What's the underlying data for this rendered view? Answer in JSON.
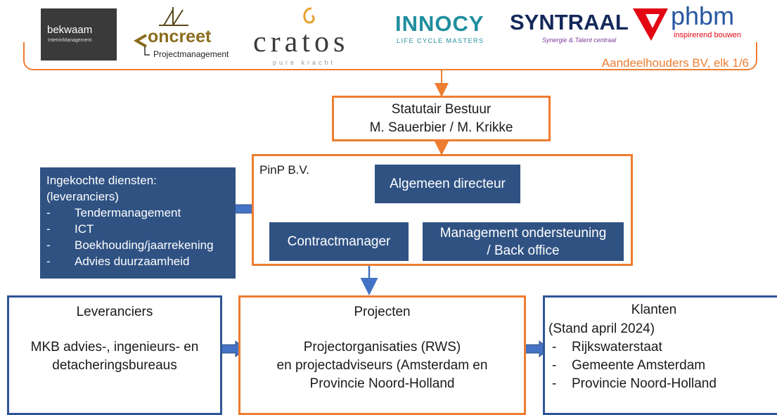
{
  "logos": {
    "bekwaam": {
      "name": "bekwaam",
      "sub": "InterimManagement"
    },
    "concreet": {
      "name": "oncreet",
      "sub": "Projectmanagement"
    },
    "cratos": {
      "name": "cratos",
      "sub": "pure kracht"
    },
    "innocy": {
      "name": "INNOCY",
      "sub": "LIFE CYCLE MASTERS"
    },
    "syntraal": {
      "name": "SYNTRAAL",
      "sub": "Synergie & Talent centraal"
    },
    "phbm": {
      "name": "phbm",
      "sub": "inspirerend bouwen"
    }
  },
  "shareholders_label": "Aandeelhouders BV, elk 1/6",
  "board": {
    "line1": "Statutair Bestuur",
    "line2": "M. Sauerbier / M. Krikke"
  },
  "pinp": {
    "label": "PinP B.V.",
    "director": "Algemeen directeur",
    "contract": "Contractmanager",
    "mgmt_line1": "Management ondersteuning",
    "mgmt_line2": "/ Back office"
  },
  "services": {
    "title1": "Ingekochte diensten:",
    "title2": "(leveranciers)",
    "items": [
      "Tendermanagement",
      "ICT",
      "Boekhouding/jaarrekening",
      "Advies duurzaamheid"
    ]
  },
  "suppliers": {
    "title": "Leveranciers",
    "line1": "MKB advies-, ingenieurs- en",
    "line2": "detacheringsbureaus"
  },
  "projects": {
    "title": "Projecten",
    "line1": "Projectorganisaties (RWS)",
    "line2": "en projectadviseurs (Amsterdam en",
    "line3": "Provincie Noord-Holland"
  },
  "clients": {
    "title": "Klanten",
    "subtitle": "(Stand april 2024)",
    "items": [
      "Rijkswaterstaat",
      "Gemeente Amsterdam",
      "Provincie Noord-Holland"
    ]
  },
  "colors": {
    "orange": "#ED7D31",
    "navy": "#2F5283",
    "arrow_blue": "#4472C4",
    "outline_blue": "#2E5597"
  }
}
